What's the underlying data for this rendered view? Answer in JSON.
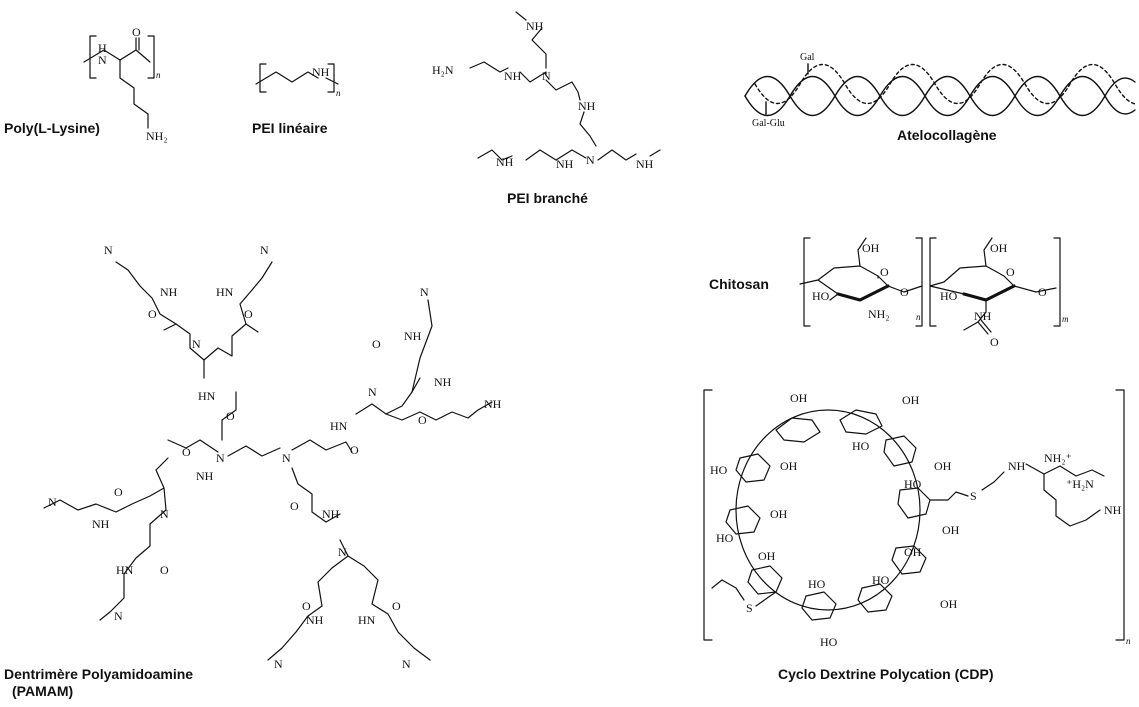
{
  "labels": {
    "polylysine": "Poly(L-Lysine)",
    "pei_linear": "PEI linéaire",
    "pei_branched": "PEI branché",
    "atelocollagen": "Atelocollagène",
    "chitosan": "Chitosan",
    "pamam_line1": "Dentrimère Polyamidoamine",
    "pamam_line2": "(PAMAM)",
    "cdp": "Cyclo Dextrine Polycation (CDP)"
  },
  "atoms": {
    "H": "H",
    "O": "O",
    "N": "N",
    "NH": "NH",
    "HN": "HN",
    "H2N": "H₂N",
    "NH2": "NH₂",
    "OH": "OH",
    "HO": "HO",
    "S": "S",
    "NH2plus": "NH₂⁺",
    "plusH2N": "⁺H₂N",
    "n": "n",
    "m": "m",
    "gal": "Gal",
    "galglu": "Gal-Glu"
  },
  "colors": {
    "ink": "#111111",
    "background": "#ffffff"
  }
}
